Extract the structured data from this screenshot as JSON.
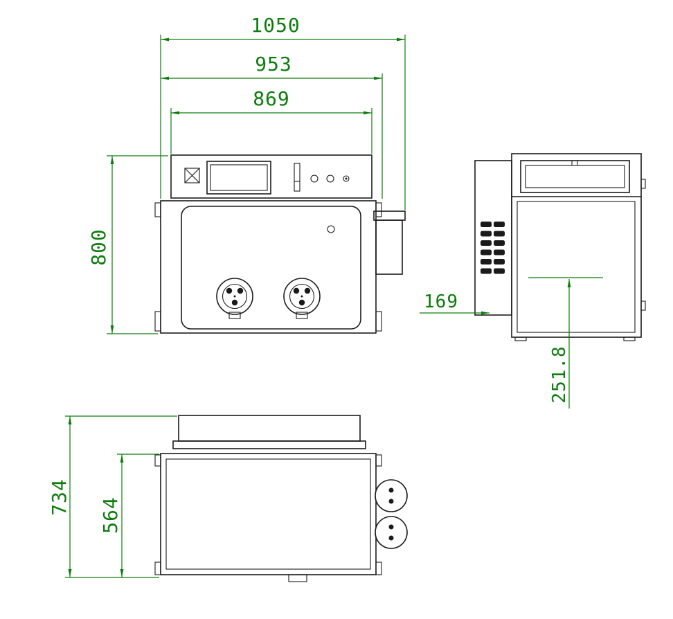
{
  "drawing": {
    "background": "#ffffff",
    "line_color": "#1a1a1a",
    "dimension_color": "#0c7c0c",
    "front_view": {
      "dims": {
        "overall_width": "1050",
        "body_width": "953",
        "panel_width": "869",
        "height": "800"
      }
    },
    "side_view": {
      "dims": {
        "front_inset": "169",
        "depth_to_axis": "251.8"
      }
    },
    "bottom_view": {
      "dims": {
        "overall_depth": "734",
        "body_depth": "564"
      }
    }
  }
}
